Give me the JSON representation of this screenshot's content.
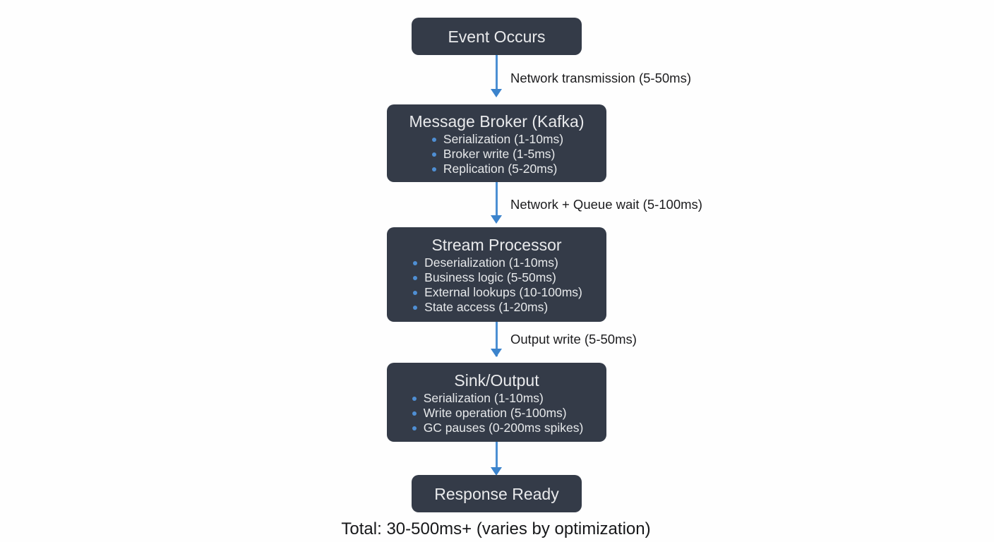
{
  "diagram": {
    "title_node": {
      "label": "Event Occurs"
    },
    "nodes": [
      {
        "name": "event-occurs",
        "label": "Event Occurs",
        "bullets": []
      },
      {
        "name": "message-broker",
        "label": "Message Broker (Kafka)",
        "bullets": [
          "Serialization (1-10ms)",
          "Broker write (1-5ms)",
          "Replication (5-20ms)"
        ]
      },
      {
        "name": "stream-processor",
        "label": "Stream Processor",
        "bullets": [
          "Deserialization (1-10ms)",
          "Business logic (5-50ms)",
          "External lookups (10-100ms)",
          "State access (1-20ms)"
        ]
      },
      {
        "name": "sink-output",
        "label": "Sink/Output",
        "bullets": [
          "Serialization (1-10ms)",
          "Write operation (5-100ms)",
          "GC pauses (0-200ms spikes)"
        ]
      },
      {
        "name": "response-ready",
        "label": "Response Ready",
        "bullets": []
      }
    ],
    "edges": [
      {
        "name": "edge-event-to-broker",
        "label": "Network transmission (5-50ms)"
      },
      {
        "name": "edge-broker-to-processor",
        "label": "Network + Queue wait (5-100ms)"
      },
      {
        "name": "edge-processor-to-sink",
        "label": "Output write (5-50ms)"
      },
      {
        "name": "edge-sink-to-response",
        "label": ""
      }
    ],
    "footer": {
      "total": "Total: 30-500ms+ (varies by optimization)"
    },
    "colors": {
      "node_background": "#343b48",
      "node_text": "#e8eaed",
      "arrow": "#4b8fd3",
      "bullet": "#4f8fd4",
      "label_text": "#1c1c1e",
      "canvas_background": "#fefefe"
    }
  }
}
